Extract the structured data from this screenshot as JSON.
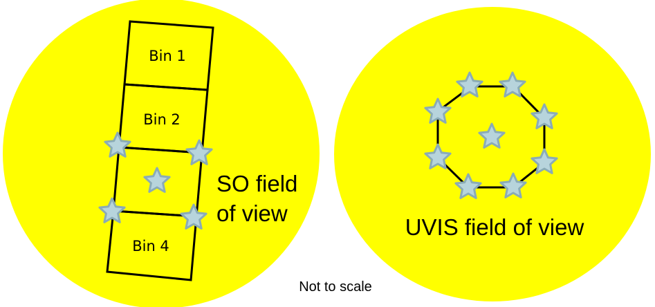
{
  "colors": {
    "field": "#ffff00",
    "star_fill": "#b7d4dc",
    "star_stroke": "#8aabb6",
    "outline": "#000000"
  },
  "so_panel": {
    "bins": [
      {
        "label": "Bin 1"
      },
      {
        "label": "Bin 2"
      },
      {
        "label": ""
      },
      {
        "label": "Bin 4"
      }
    ],
    "label_line1": "SO field",
    "label_line2": "of view"
  },
  "uvis_panel": {
    "label": "UVIS field of view"
  },
  "footnote": "Not to scale",
  "icons": {
    "star": "star-icon"
  }
}
